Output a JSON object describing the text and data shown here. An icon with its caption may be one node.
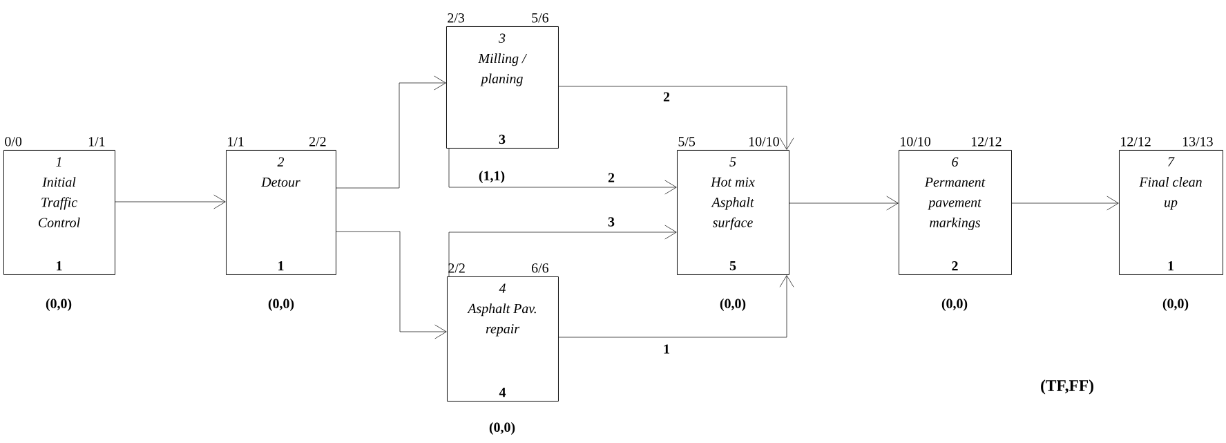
{
  "diagram": {
    "nodes": [
      {
        "text": [
          "1",
          "Initial Traffic Control",
          "1"
        ],
        "beside": [
          "0/0",
          "1/1",
          "(0,0)"
        ]
      },
      {
        "text": [
          "2",
          "Detour",
          "1"
        ],
        "beside": [
          "1/1",
          "2/2",
          "(0,0)"
        ]
      },
      {
        "text": [
          "3",
          "Milling / planing",
          "3"
        ],
        "beside": [
          "2/3",
          "5/6",
          "(1,1)"
        ]
      },
      {
        "text": [
          "4",
          "Asphalt Pav. repair",
          "4"
        ],
        "beside": [
          "2/2",
          "6/6",
          "(0,0)"
        ]
      },
      {
        "text": [
          "5",
          "Hot mix Asphalt surface",
          "5"
        ],
        "beside": [
          "5/5",
          "10/10",
          "(0,0)"
        ]
      },
      {
        "text": [
          "6",
          "Permanent pavement markings",
          "2"
        ],
        "beside": [
          "10/10",
          "12/12",
          "(0,0)"
        ]
      },
      {
        "text": [
          "7",
          "Final clean up",
          "1"
        ],
        "beside": [
          "12/12",
          "13/13",
          "(0,0)"
        ]
      }
    ],
    "edges": [
      {
        "from": 0,
        "to": 1,
        "arrow": "to"
      },
      {
        "from": 1,
        "to": 2,
        "arrow": "to"
      },
      {
        "from": 1,
        "to": 3,
        "arrow": "to"
      },
      {
        "from": 2,
        "to": 4,
        "arrow": "to",
        "label": "2"
      },
      {
        "from": 2,
        "to": 4,
        "arrow": "to",
        "label": "2"
      },
      {
        "from": 3,
        "to": 4,
        "arrow": "to",
        "label": "3"
      },
      {
        "from": 3,
        "to": 4,
        "arrow": "to",
        "label": "1"
      },
      {
        "from": 4,
        "to": 5,
        "arrow": "to"
      },
      {
        "from": 5,
        "to": 6,
        "arrow": "to"
      }
    ],
    "labels": [
      "(TF,FF)"
    ]
  }
}
